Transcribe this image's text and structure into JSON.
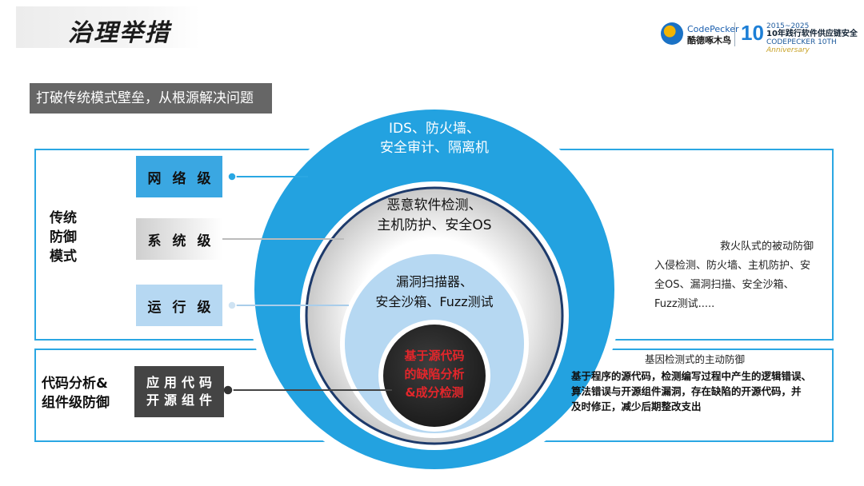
{
  "header": {
    "title": "治理举措",
    "logo_left_line1": "CodePecker",
    "logo_left_line2": "酷德啄木鸟",
    "logo_right_years": "2015~2025",
    "logo_right_line1": "10年践行软件供应链安全",
    "logo_right_line2": "CODEPECKER 10TH",
    "logo_right_line3": "Anniversary",
    "logo_right_mark": "10"
  },
  "badge": {
    "text": "打破传统模式壁垒，从根源解决问题"
  },
  "left": {
    "traditional_label": [
      "传统",
      "防御",
      "模式"
    ],
    "code_label": [
      "代码分析&",
      "组件级防御"
    ]
  },
  "levels": {
    "network": "网络级",
    "system": "系统级",
    "runtime": "运行级",
    "app_line1": "应用代码",
    "app_line2": "开源组件"
  },
  "rings": {
    "ring1_line1": "IDS、防火墙、",
    "ring1_line2": "安全审计、隔离机",
    "ring2_line1": "恶意软件检测、",
    "ring2_line2": "主机防护、安全OS",
    "ring3_line1": "漏洞扫描器、",
    "ring3_line2": "安全沙箱、Fuzz测试",
    "core_line1": "基于源代码",
    "core_line2": "的缺陷分析",
    "core_line3": "&成分检测"
  },
  "right": {
    "passive_title": "救火队式的被动防御",
    "passive_line1": "入侵检测、防火墙、主机防护、安",
    "passive_line2": "全OS、漏洞扫描、安全沙箱、",
    "passive_line3": "Fuzz测试.....",
    "active_title": "基因检测式的主动防御",
    "active_line1": "基于程序的源代码，检测编写过程中产生的逻辑错误、",
    "active_line2": "算法错误与开源组件漏洞，存在缺陷的开源代码，并",
    "active_line3": "及时修正，减少后期整改支出"
  },
  "colors": {
    "accent_blue": "#2aa7e3",
    "ring_outer": "#23a2e0",
    "ring_light": "#b6d8f2",
    "core_dark": "#333333",
    "core_text": "#e3262b",
    "badge_bg": "#666666"
  }
}
